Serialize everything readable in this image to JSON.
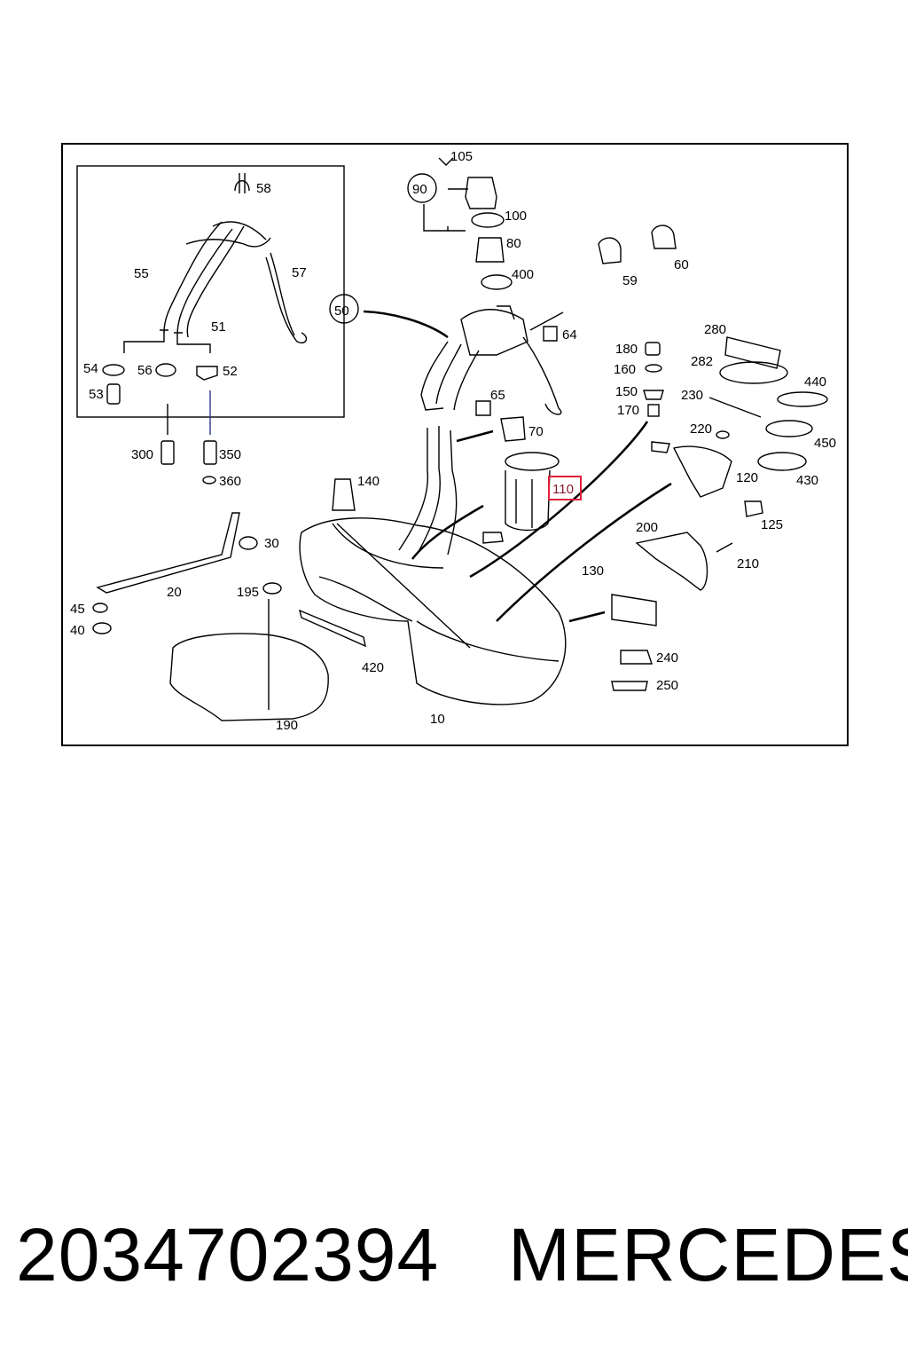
{
  "diagram": {
    "labels": {
      "l10": "10",
      "l20": "20",
      "l30": "30",
      "l40": "40",
      "l45": "45",
      "l50": "50",
      "l51": "51",
      "l52": "52",
      "l53": "53",
      "l54": "54",
      "l55": "55",
      "l56": "56",
      "l57": "57",
      "l58": "58",
      "l59": "59",
      "l60": "60",
      "l64": "64",
      "l65": "65",
      "l70": "70",
      "l80": "80",
      "l90": "90",
      "l100": "100",
      "l105": "105",
      "l110": "110",
      "l120": "120",
      "l125": "125",
      "l130": "130",
      "l140": "140",
      "l150": "150",
      "l160": "160",
      "l170": "170",
      "l180": "180",
      "l190": "190",
      "l195": "195",
      "l200": "200",
      "l210": "210",
      "l220": "220",
      "l230": "230",
      "l240": "240",
      "l250": "250",
      "l280": "280",
      "l282": "282",
      "l300": "300",
      "l350": "350",
      "l360": "360",
      "l400": "400",
      "l420": "420",
      "l430": "430",
      "l440": "440",
      "l450": "450"
    },
    "highlighted_label": "110",
    "highlight_color": "#e0203a"
  },
  "footer": {
    "part_number": "2034702394",
    "brand": "MERCEDES"
  }
}
